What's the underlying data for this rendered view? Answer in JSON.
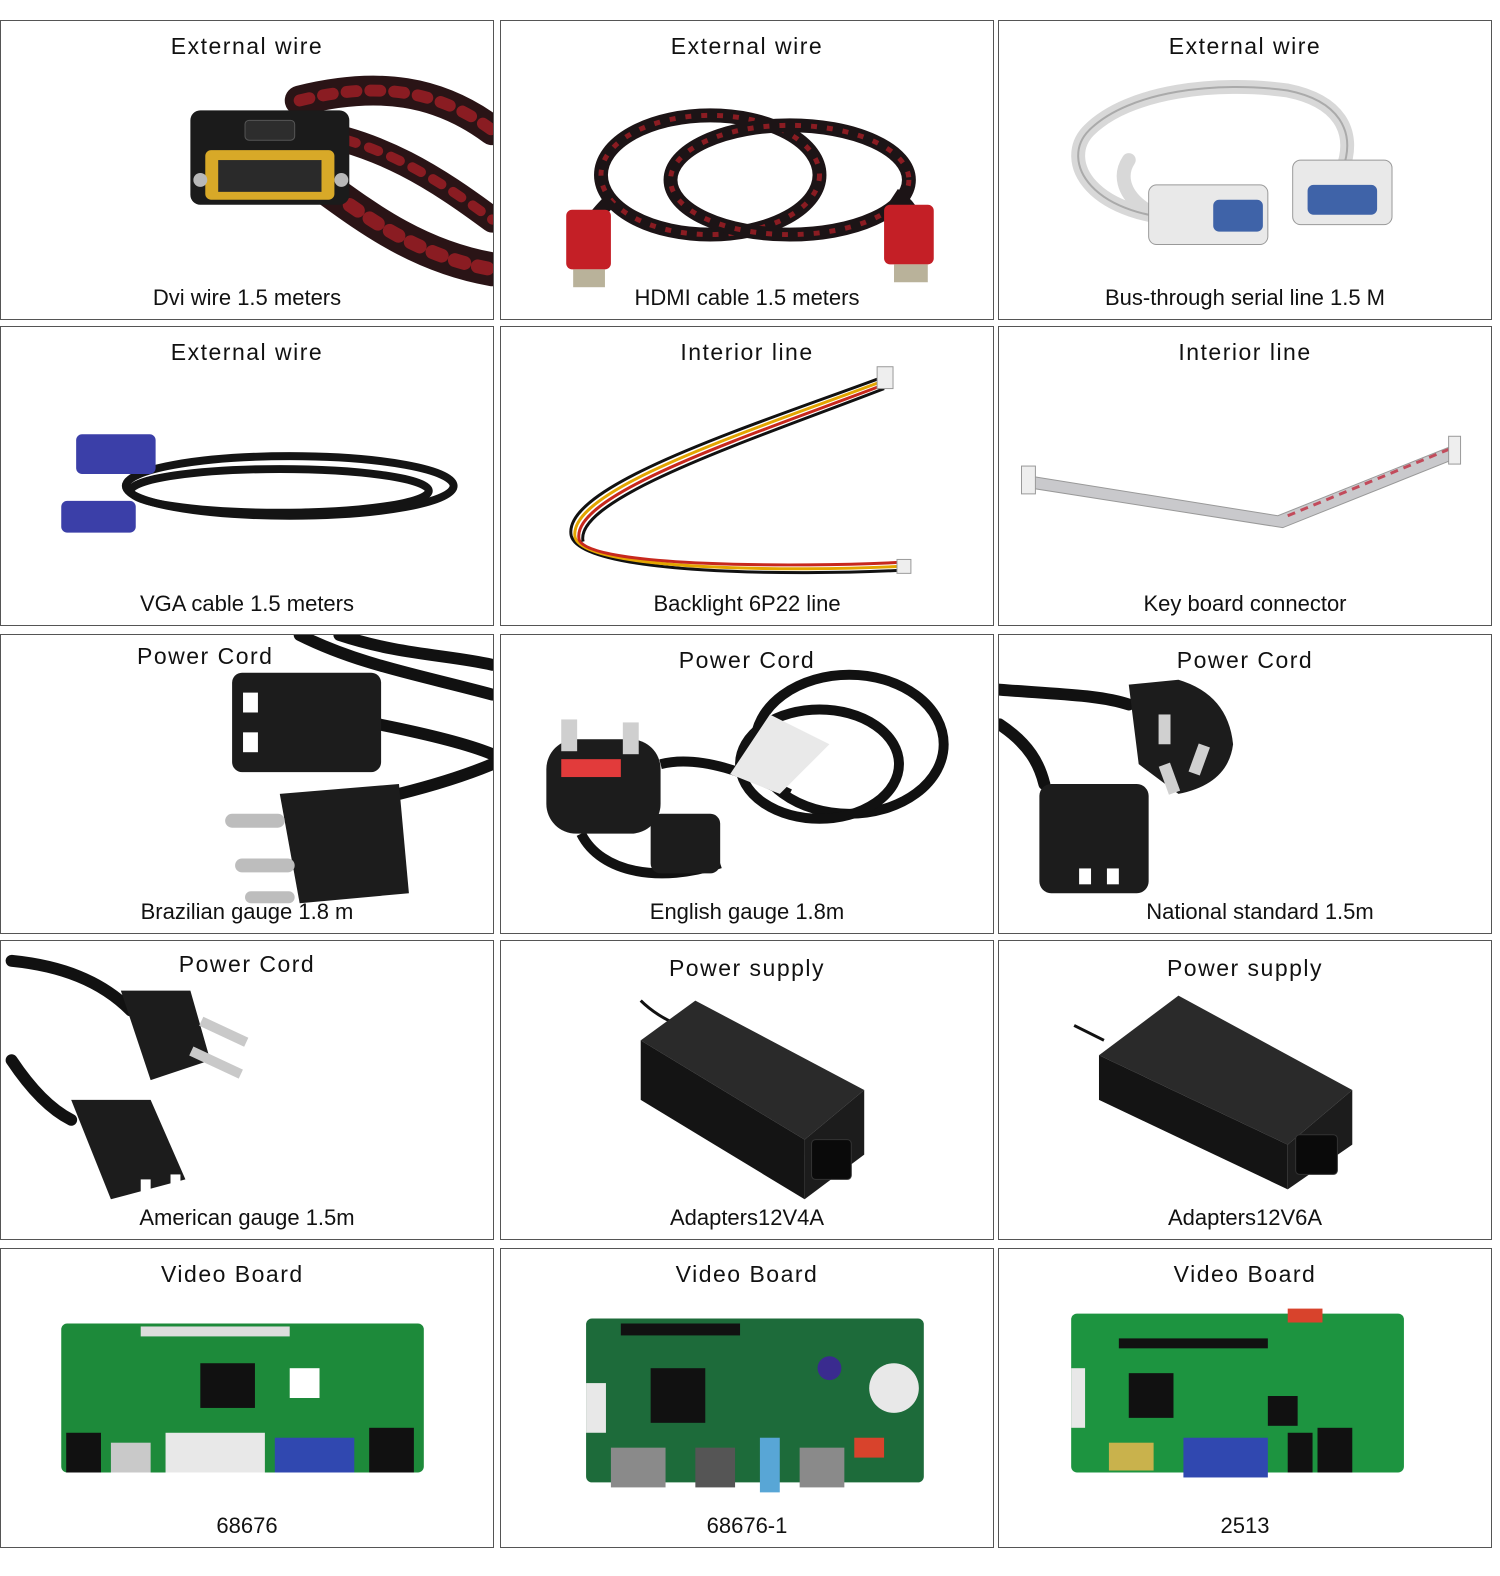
{
  "items": [
    {
      "category": "External wire",
      "label": "Dvi wire 1.5 meters",
      "image": "dvi-cable-icon"
    },
    {
      "category": "External wire",
      "label": "HDMI cable 1.5 meters",
      "image": "hdmi-cable-icon"
    },
    {
      "category": "External wire",
      "label": "Bus-through serial line 1.5 M",
      "image": "serial-cable-icon"
    },
    {
      "category": "External wire",
      "label": "VGA cable 1.5 meters",
      "image": "vga-cable-icon"
    },
    {
      "category": "Interior line",
      "label": "Backlight 6P22 line",
      "image": "backlight-line-icon"
    },
    {
      "category": "Interior line",
      "label": "Key board connector",
      "image": "ribbon-cable-icon"
    },
    {
      "category": "Power Cord",
      "label": "Brazilian gauge 1.8 m",
      "image": "brazil-plug-icon"
    },
    {
      "category": "Power Cord",
      "label": "English gauge 1.8m",
      "image": "uk-plug-icon"
    },
    {
      "category": "Power Cord",
      "label": "National standard 1.5m",
      "image": "cn-plug-icon"
    },
    {
      "category": "Power Cord",
      "label": "American gauge 1.5m",
      "image": "us-plug-icon"
    },
    {
      "category": "Power supply",
      "label": "Adapters12V4A",
      "image": "power-adapter-icon"
    },
    {
      "category": "Power supply",
      "label": "Adapters12V6A",
      "image": "power-adapter-icon"
    },
    {
      "category": "Video Board",
      "label": "68676",
      "image": "video-board-icon"
    },
    {
      "category": "Video Board",
      "label": "68676-1",
      "image": "video-board-icon"
    },
    {
      "category": "Video Board",
      "label": "2513",
      "image": "video-board-icon"
    }
  ]
}
